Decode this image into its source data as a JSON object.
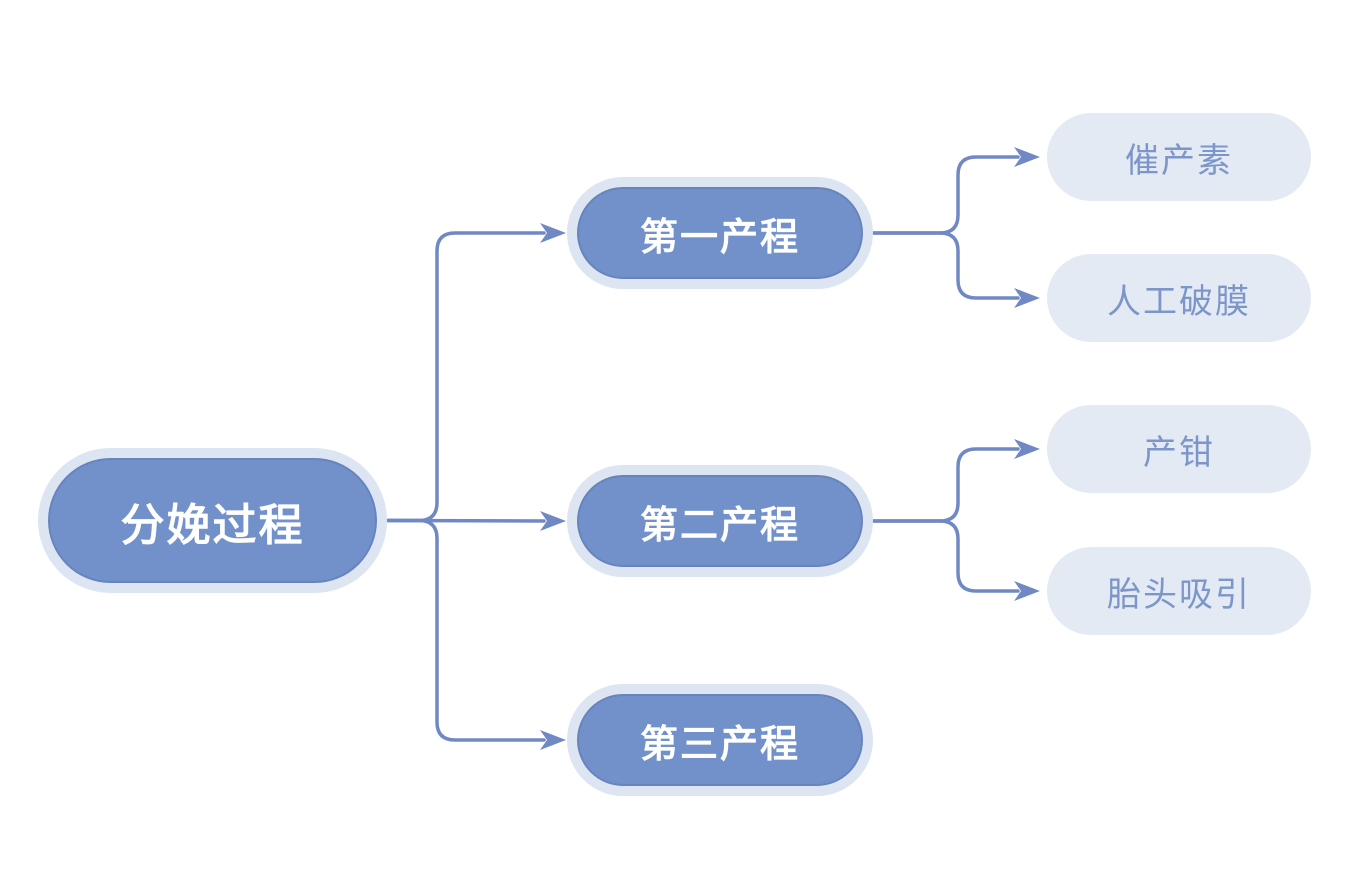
{
  "root": {
    "label": "分娩过程"
  },
  "branches": [
    {
      "label": "第一产程",
      "children": [
        {
          "label": "催产素"
        },
        {
          "label": "人工破膜"
        }
      ]
    },
    {
      "label": "第二产程",
      "children": [
        {
          "label": "产钳"
        },
        {
          "label": "胎头吸引"
        }
      ]
    },
    {
      "label": "第三产程",
      "children": []
    }
  ],
  "colors": {
    "background": "#ffffff",
    "node_fill": "#7291cb",
    "node_ring": "#dde5f2",
    "node_text": "#ffffff",
    "leaf_fill": "#e4eaf3",
    "leaf_text": "#7d96c9",
    "connector": "#7089c4"
  }
}
